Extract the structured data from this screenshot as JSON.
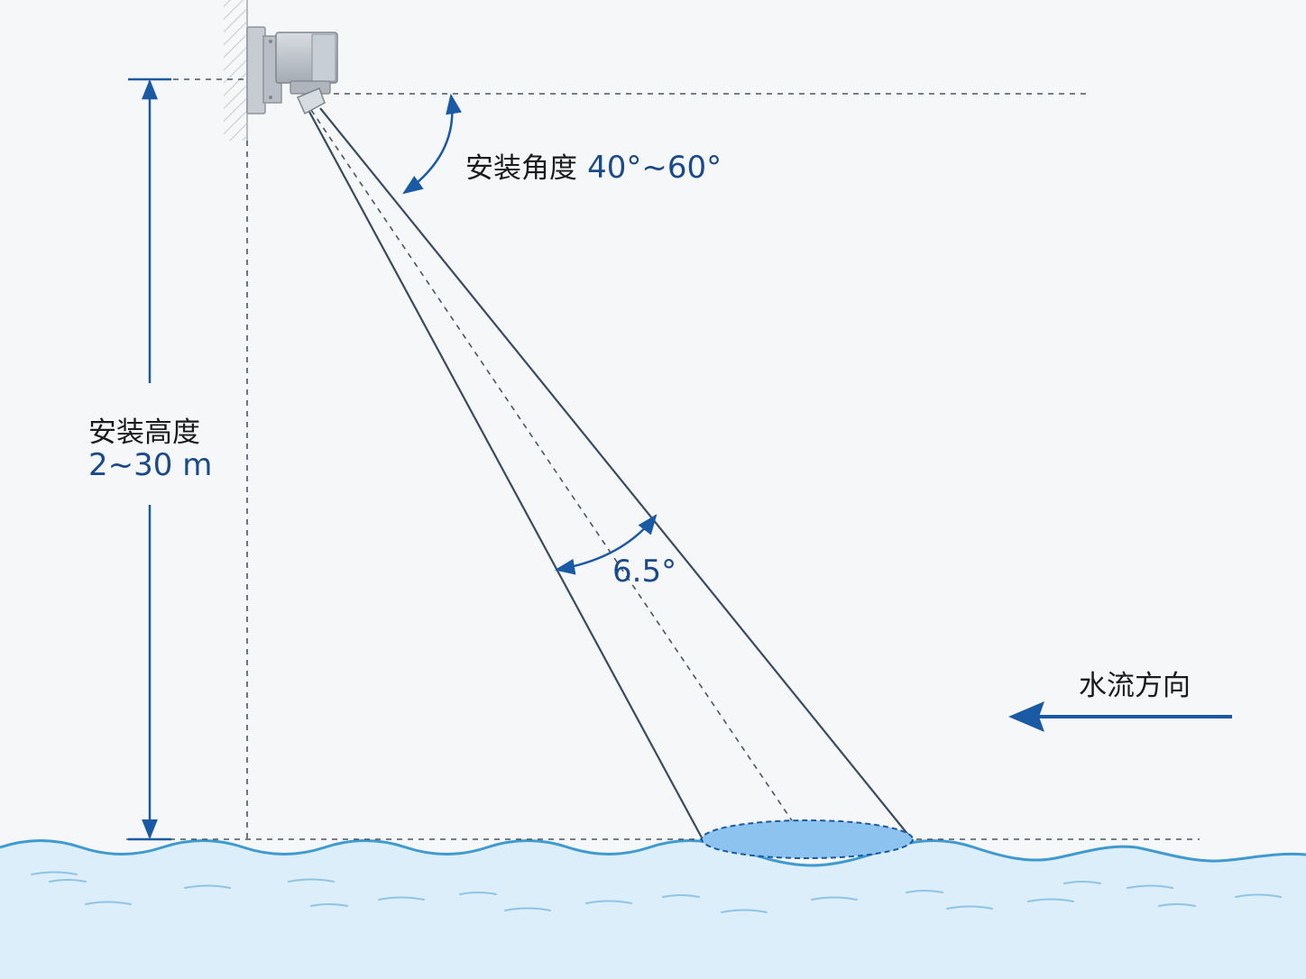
{
  "install_angle": {
    "label": "安装角度",
    "value": "40°~60°"
  },
  "install_height": {
    "label": "安装高度",
    "value": "2~30 m"
  },
  "beam_angle": {
    "value": "6.5°"
  },
  "flow_direction": {
    "label": "水流方向"
  },
  "colors": {
    "background": "#f6f7f8",
    "line": "#3a4a60",
    "accent": "#1a5aa5",
    "label_blue": "#1a4a8a",
    "water": "#dceefa",
    "water_line": "#3f9ad0",
    "footprint": "#8cc4ef"
  },
  "icons": {
    "sensor": "radar-level-sensor-icon",
    "flow_arrow": "arrow-left-icon"
  }
}
